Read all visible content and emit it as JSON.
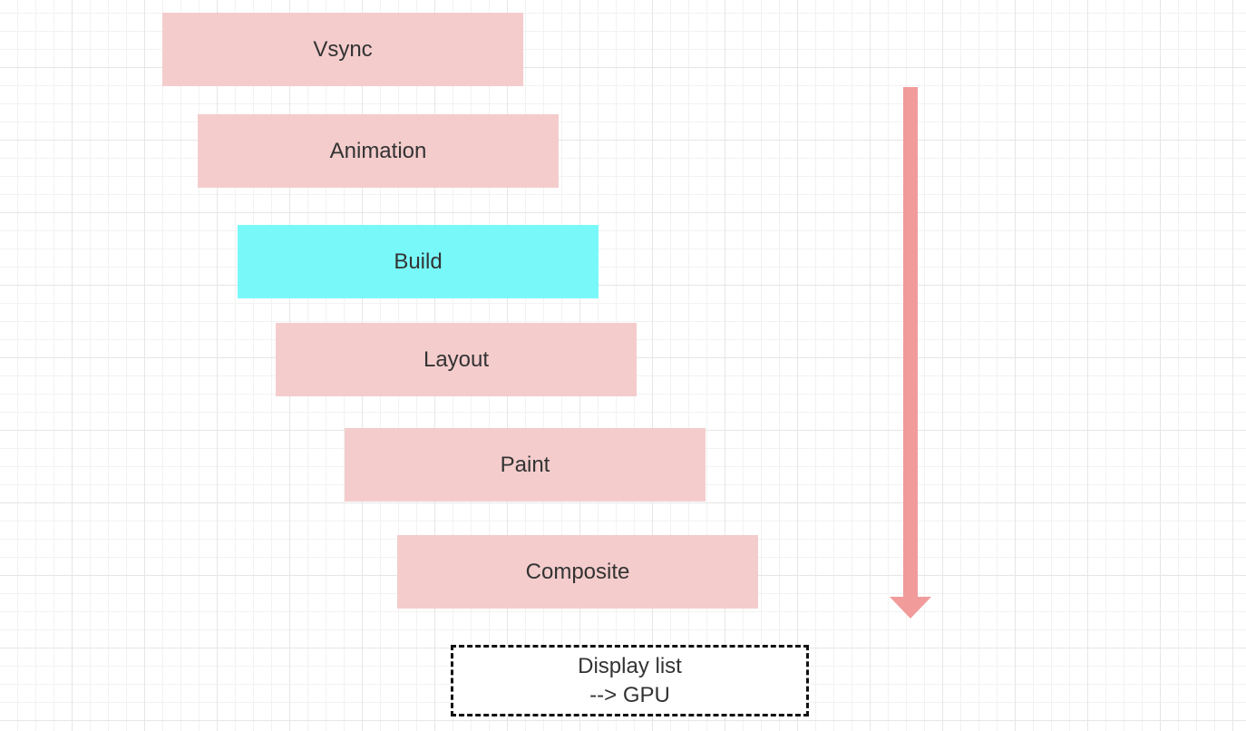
{
  "stages": {
    "vsync": "Vsync",
    "animation": "Animation",
    "build": "Build",
    "layout": "Layout",
    "paint": "Paint",
    "composite": "Composite"
  },
  "output": {
    "line1": "Display list",
    "line2": "--> GPU"
  },
  "colors": {
    "stage_fill": "#f4cccc",
    "active_stage_fill": "#79f8fa",
    "arrow": "#f19b9b"
  }
}
